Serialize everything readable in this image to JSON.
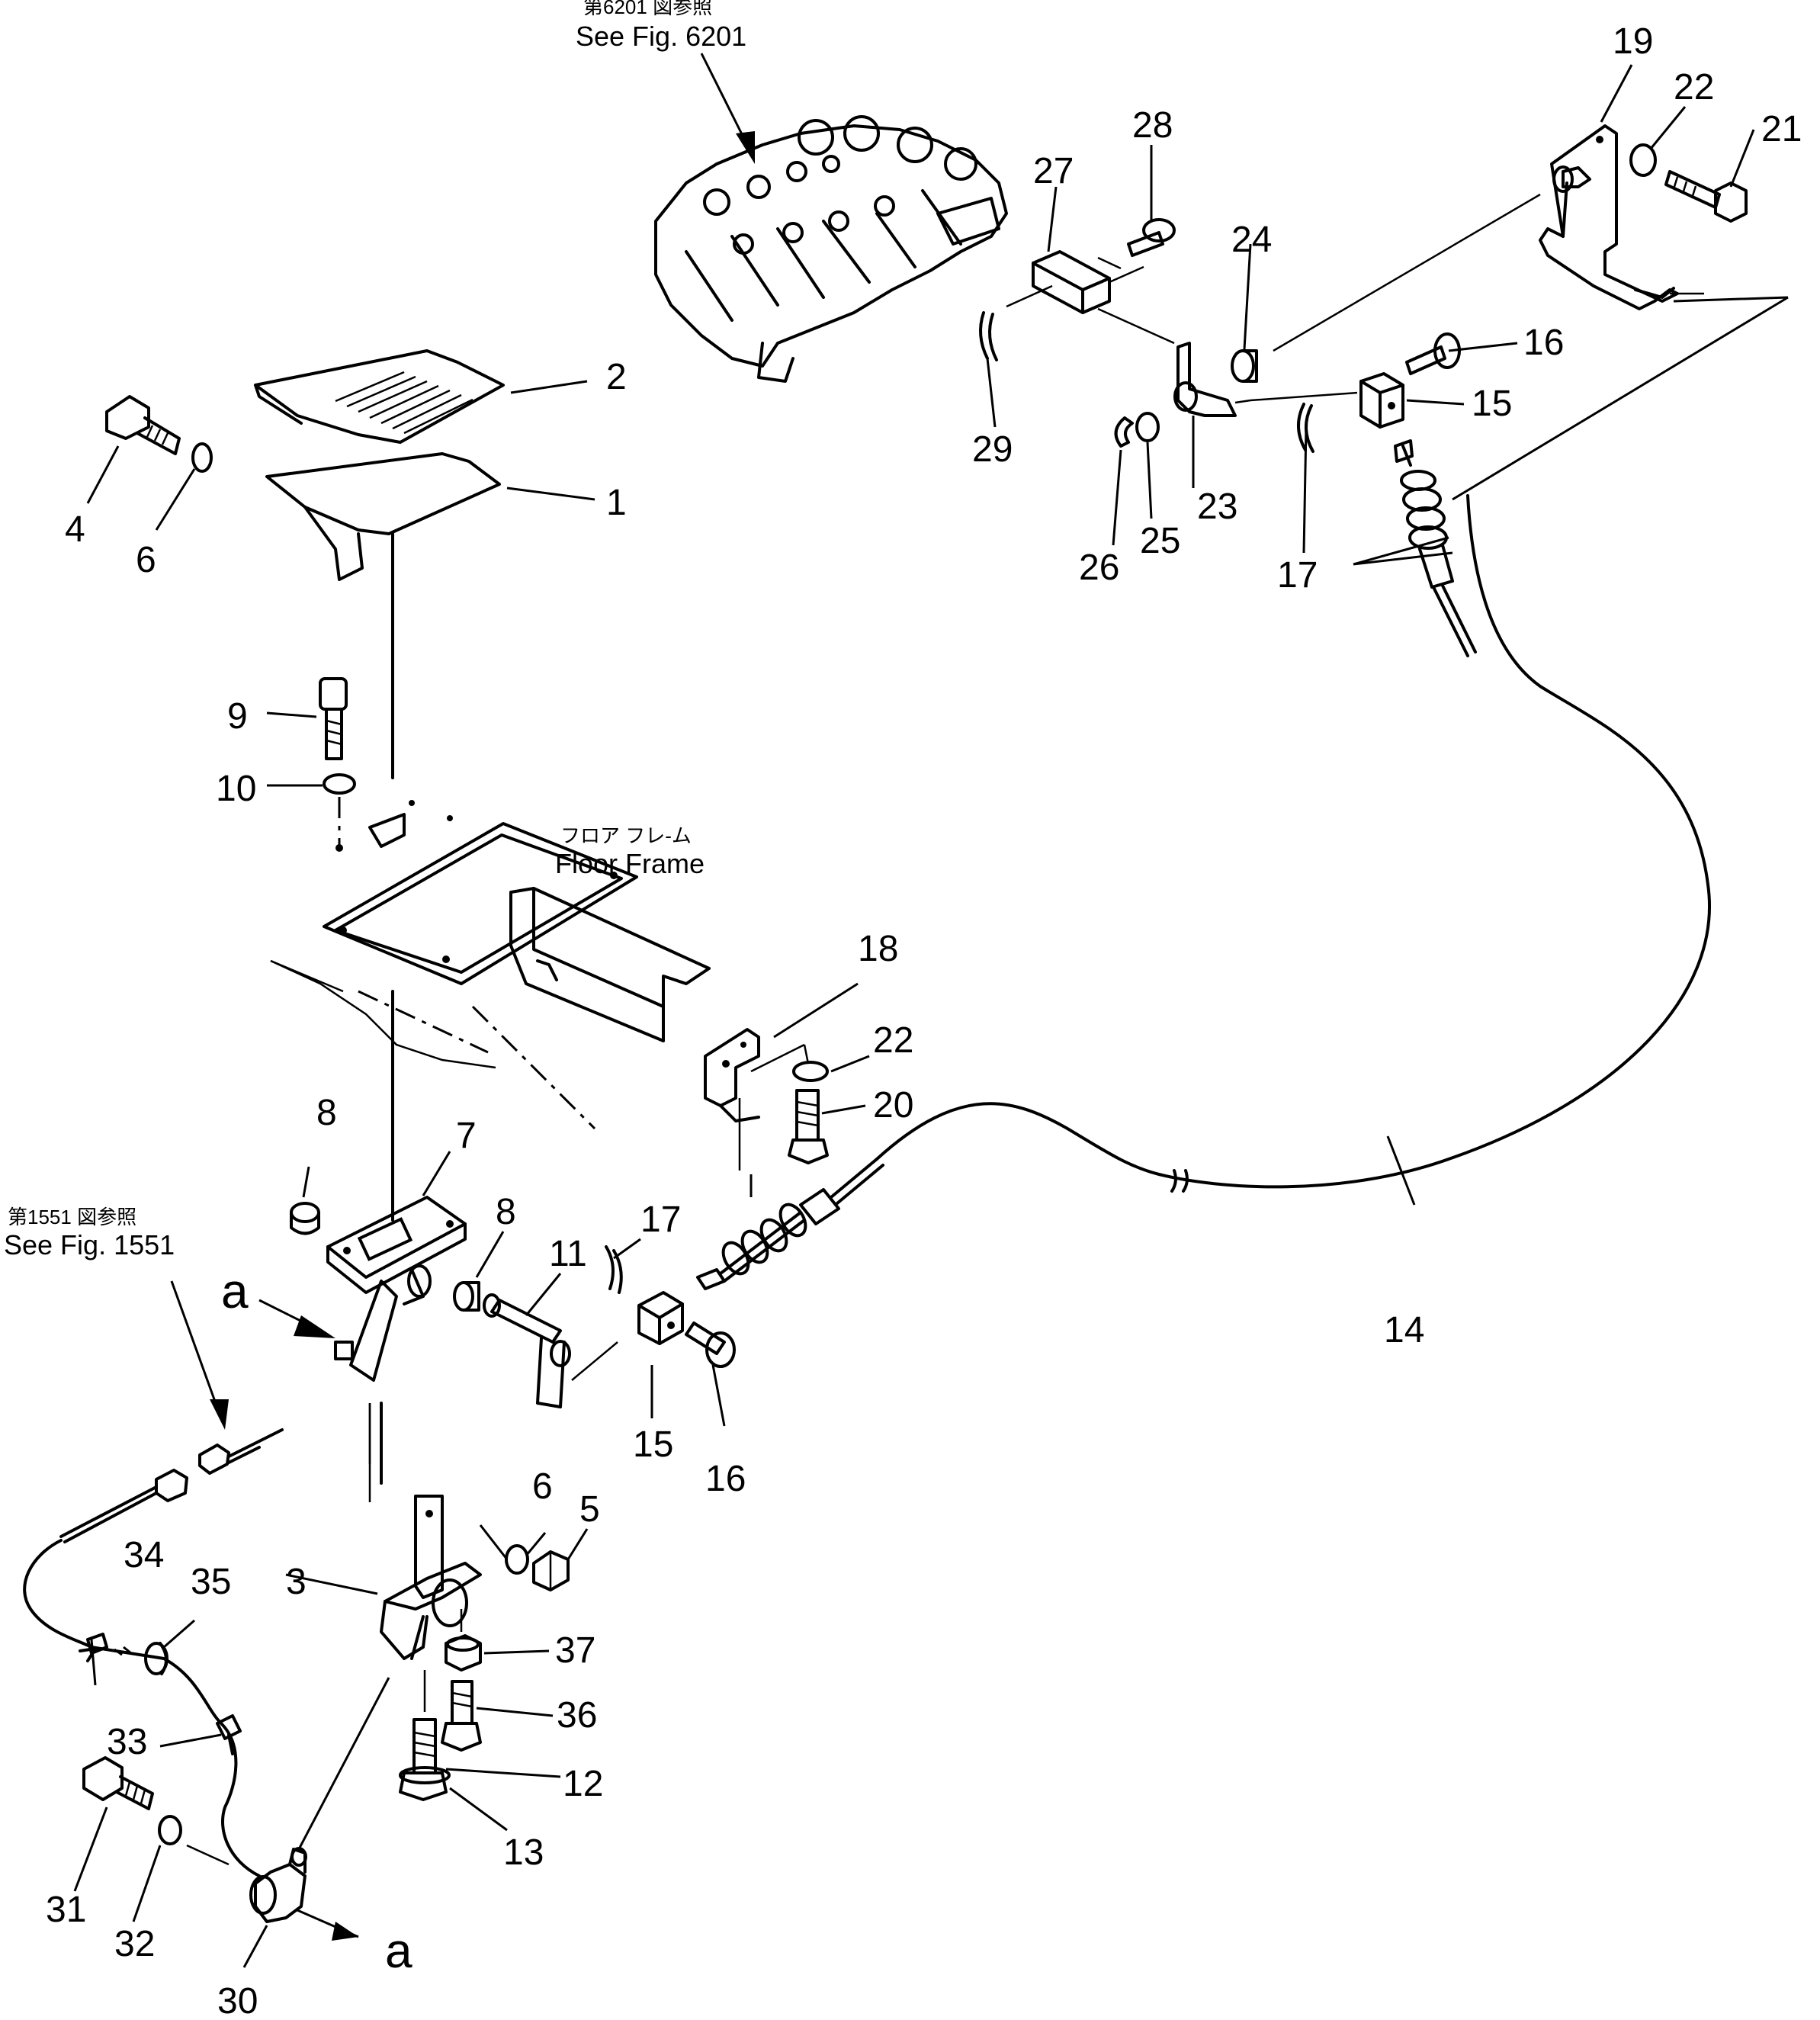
{
  "references": {
    "valve_ref_jp": "第6201 図参照",
    "valve_ref_en": "See Fig. 6201",
    "floor_jp": "フロア フレ-ム",
    "floor_en": "Floor Frame",
    "wire_ref_jp": "第1551 図参照",
    "wire_ref_en": "See Fig. 1551"
  },
  "view_marks": {
    "a_upper": "a",
    "a_lower": "a"
  },
  "callouts": {
    "c1": "1",
    "c2": "2",
    "c3": "3",
    "c4": "4",
    "c5": "5",
    "c6a": "6",
    "c6b": "6",
    "c7": "7",
    "c8a": "8",
    "c8b": "8",
    "c9": "9",
    "c10": "10",
    "c11": "11",
    "c12": "12",
    "c13": "13",
    "c14": "14",
    "c15a": "15",
    "c15b": "15",
    "c16a": "16",
    "c16b": "16",
    "c17a": "17",
    "c17b": "17",
    "c18": "18",
    "c19": "19",
    "c20": "20",
    "c21": "21",
    "c22a": "22",
    "c22b": "22",
    "c23": "23",
    "c24": "24",
    "c25": "25",
    "c26": "26",
    "c27": "27",
    "c28": "28",
    "c29": "29",
    "c30": "30",
    "c31": "31",
    "c32": "32",
    "c33": "33",
    "c34": "34",
    "c35": "35",
    "c36": "36",
    "c37": "37"
  }
}
